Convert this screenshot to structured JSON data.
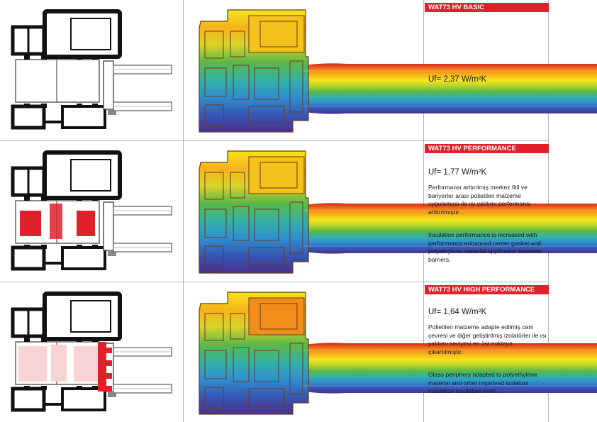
{
  "rows": [
    {
      "title": "WAT73 HV BASIC",
      "uf_value": "Uf= 2,37 W/m²K",
      "text_tr": "",
      "text_en": "",
      "variant": "basic"
    },
    {
      "title": "WAT73 HV PERFORMANCE",
      "uf_value": "Uf= 1,77 W/m²K",
      "text_tr": "Performansı arttırılmış merkez fitil ve bariyerler arası polietilen malzeme uygulaması ile ısı yalıtımı performansı arttırılmıştır.",
      "text_en": "Insulation performance is increased with performance enhanced center gasket and polyethylene material application between barriers.",
      "variant": "performance"
    },
    {
      "title": "WAT73 HV HIGH PERFORMANCE",
      "uf_value": "Uf= 1,64 W/m²K",
      "text_tr": "Polietilen malzeme adapte edilmiş cam çevresi ve diğer geliştirilmiş izolatörler ile ısı yalıtımı seviyesi en üst noktaya çıkartılmıştır.",
      "text_en": "Glass periphery adapted to polyethylene material and other improved isolators maximize insulation level.",
      "variant": "high"
    }
  ],
  "colors": {
    "accent_red": "#e0202a",
    "grid": "#b5b5b5",
    "thermal_scale": [
      "#d4211c",
      "#f07a1a",
      "#f7b21a",
      "#f6e51c",
      "#b7d42a",
      "#5cb846",
      "#33b2a5",
      "#2f8fd0",
      "#3557b4",
      "#4b2f8f"
    ]
  }
}
